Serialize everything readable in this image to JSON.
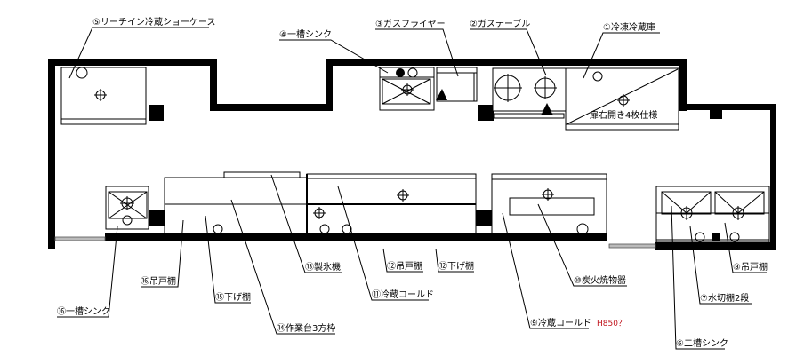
{
  "title": "厨房機器配置図",
  "colors": {
    "wall": "#000000",
    "note": "#c0141c"
  },
  "labels": {
    "l5": "⑤リーチイン冷蔵ショーケース",
    "l4": "④一槽シンク",
    "l3": "③ガスフライヤー",
    "l2": "②ガステーブル",
    "l1": "①冷凍冷蔵庫",
    "door_note": "扉右開き4枚仕様",
    "l13": "⑬製氷機",
    "l12a": "⑫吊戸棚",
    "l12b": "⑫下げ棚",
    "l11": "⑪冷蔵コールド",
    "l16a": "⑯吊戸棚",
    "l15": "⑮下げ棚",
    "l14": "⑭作業台3方枠",
    "l16b": "⑯一槽シンク",
    "l9": "⑨冷蔵コールド",
    "h850": "H850？",
    "l10": "⑩炭火焼物器",
    "l8": "⑧吊戸棚",
    "l7": "⑦水切棚2段",
    "l6": "⑥二槽シンク"
  }
}
